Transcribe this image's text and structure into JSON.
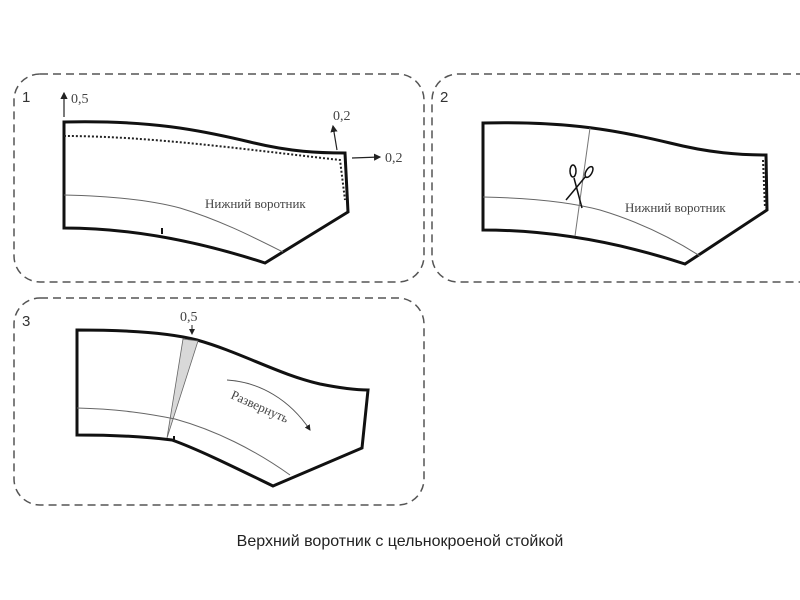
{
  "caption": "Верхний воротник с цельнокроеной стойкой",
  "panels": [
    {
      "number": "1",
      "label": "Нижний воротник",
      "measure_top": "0,5",
      "measure_corner_up": "0,2",
      "measure_corner_right": "0,2"
    },
    {
      "number": "2",
      "label": "Нижний воротник",
      "tool_icon": "scissors-icon"
    },
    {
      "number": "3",
      "measure_top": "0,5",
      "instruction": "Развернуть"
    }
  ],
  "colors": {
    "outline": "#111111",
    "dash": "#555555",
    "wedge": "#d8d8d8"
  }
}
